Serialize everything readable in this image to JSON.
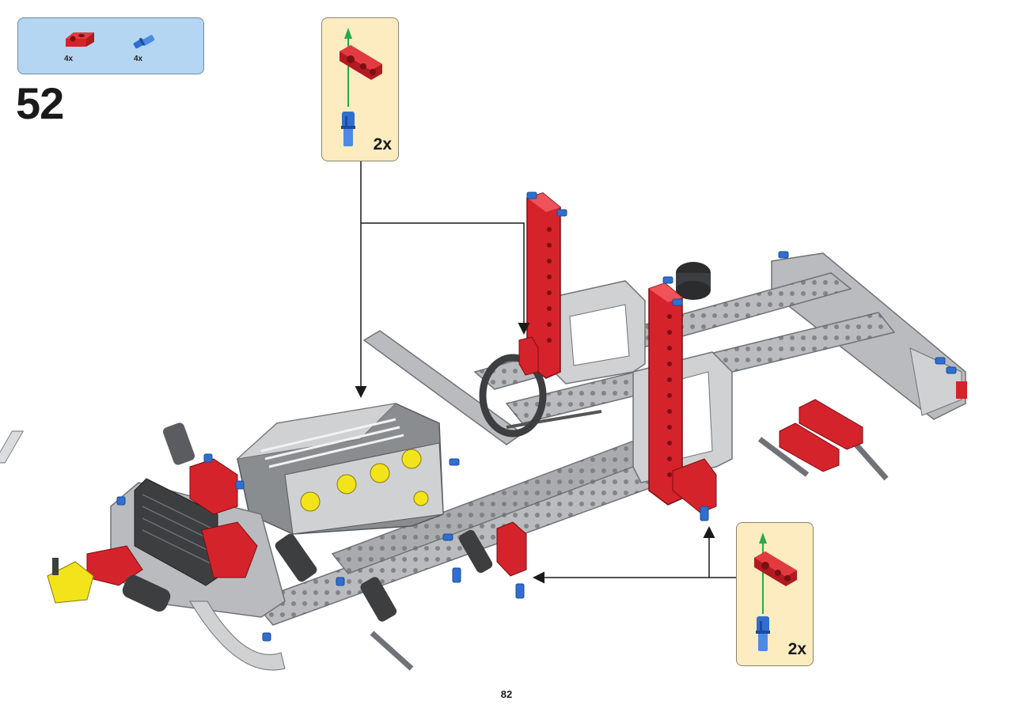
{
  "parts_list": [
    {
      "part": "red-connector",
      "color": "#d5232b",
      "qty": "4x"
    },
    {
      "part": "blue-pin",
      "color": "#2f6fd0",
      "qty": "4x"
    }
  ],
  "step": {
    "number": "52"
  },
  "callouts": [
    {
      "multiplier": "2x",
      "arrow_color": "#2aa84a"
    },
    {
      "multiplier": "2x",
      "arrow_color": "#2aa84a"
    }
  ],
  "colors": {
    "beam_gray": "#b9bbbe",
    "beam_dark": "#6f7276",
    "technic_red": "#d5232b",
    "pin_blue": "#2f6fd0",
    "engine_yellow": "#f3e31a",
    "parts_box_bg": "#b4d6f2",
    "callout_bg": "#fcecc0"
  },
  "page": {
    "number": "82"
  }
}
